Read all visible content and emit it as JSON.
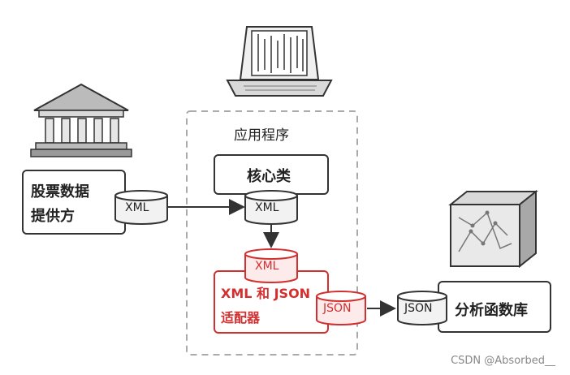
{
  "diagram": {
    "app_box_title": "应用程序",
    "core_class_label": "核心类",
    "stock_provider_lines": [
      "股票数据",
      "提供方"
    ],
    "analytics_label": "分析函数库",
    "adapter_lines": [
      "XML 和 JSON",
      "适配器"
    ],
    "db_labels": {
      "provider_xml": "XML",
      "core_xml": "XML",
      "adapter_xml": "XML",
      "adapter_json": "JSON",
      "analytics_json": "JSON"
    },
    "watermark": "CSDN @Absorbed__",
    "colors": {
      "accent_red": "#d32f2f",
      "box_stroke": "#333333",
      "box_fill": "#ffffff",
      "gray_fill": "#e6e6e6",
      "dash_stroke": "#aaaaaa"
    }
  }
}
